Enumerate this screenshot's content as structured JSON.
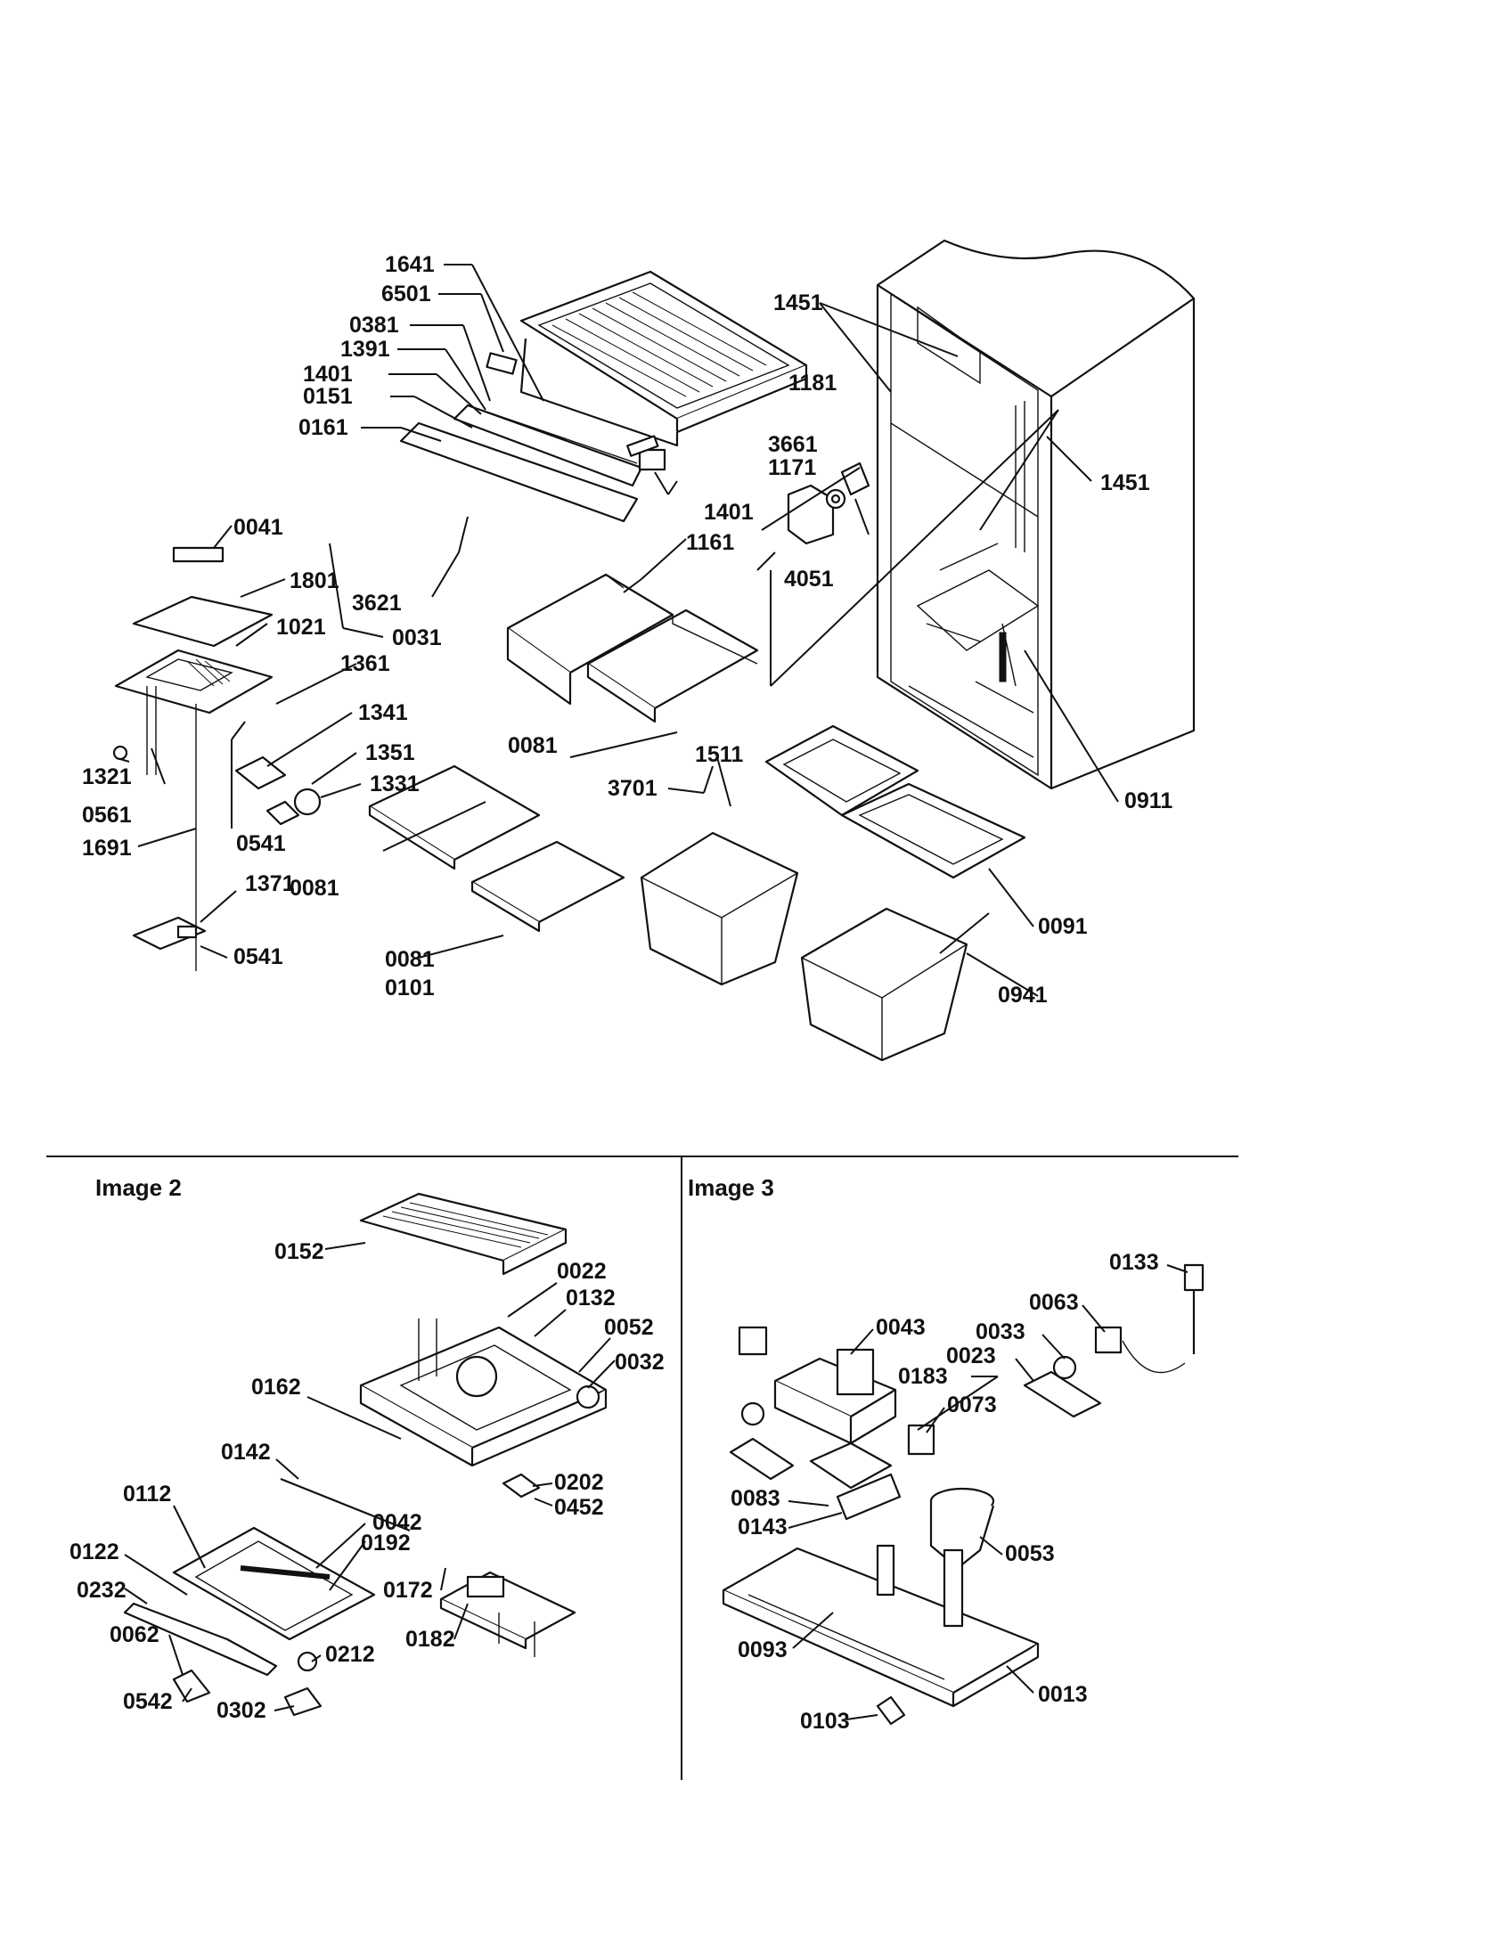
{
  "panels": [
    {
      "id": "main",
      "title": ""
    },
    {
      "id": "image2",
      "title": "Image 2"
    },
    {
      "id": "image3",
      "title": "Image 3"
    }
  ],
  "callouts": {
    "main": [
      "1641",
      "6501",
      "0381",
      "1391",
      "1401",
      "0151",
      "0161",
      "1451",
      "1181",
      "3661",
      "1171",
      "1451",
      "1401",
      "1161",
      "4051",
      "0041",
      "1801",
      "1021",
      "3621",
      "0031",
      "1361",
      "1341",
      "1351",
      "1331",
      "1321",
      "0561",
      "0541",
      "1691",
      "1371",
      "0541",
      "0081",
      "0081",
      "0081",
      "0101",
      "1511",
      "3701",
      "0911",
      "0091",
      "0941"
    ],
    "image2": [
      "0152",
      "0022",
      "0132",
      "0052",
      "0032",
      "0162",
      "0142",
      "0202",
      "0452",
      "0112",
      "0042",
      "0192",
      "0122",
      "0232",
      "0172",
      "0182",
      "0062",
      "0212",
      "0542",
      "0302"
    ],
    "image3": [
      "0133",
      "0063",
      "0033",
      "0043",
      "0023",
      "0183",
      "0073",
      "0083",
      "0143",
      "0053",
      "0093",
      "0013",
      "0103"
    ]
  }
}
